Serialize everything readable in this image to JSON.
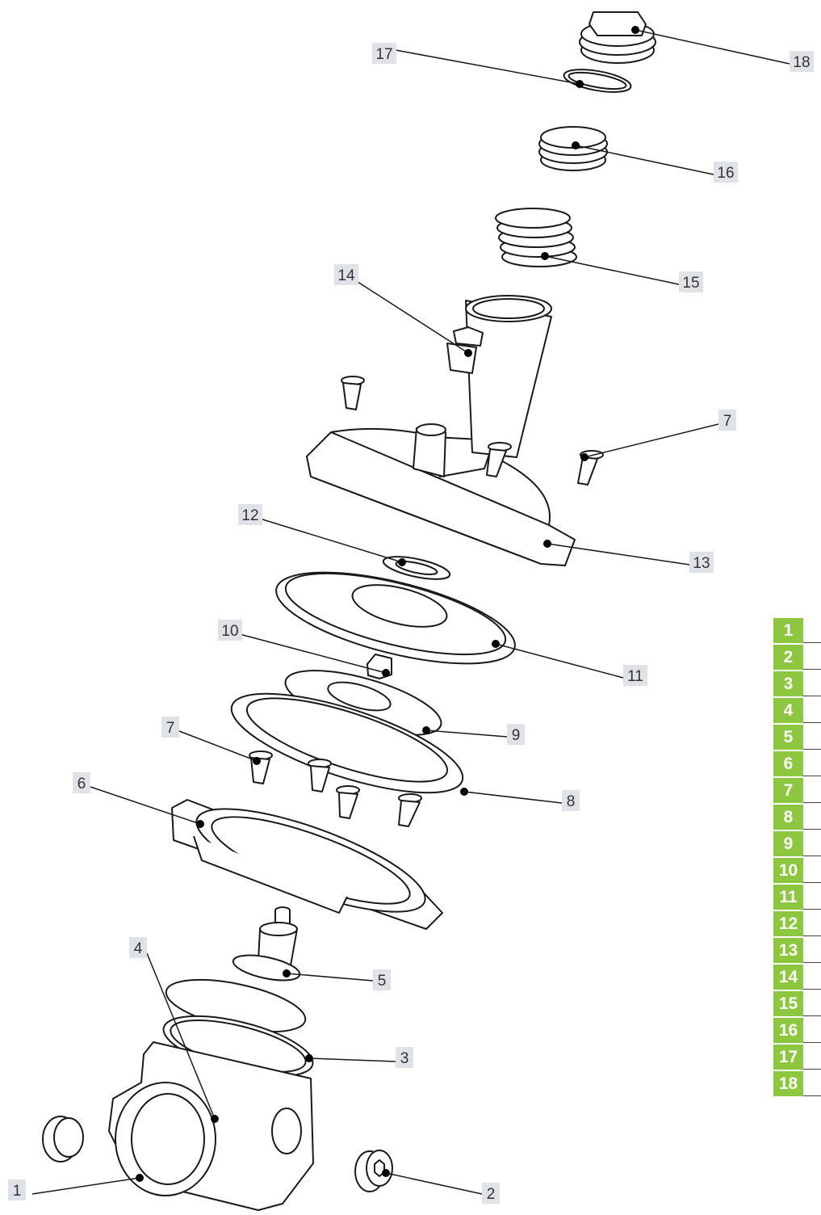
{
  "callouts": [
    {
      "num": "1"
    },
    {
      "num": "2"
    },
    {
      "num": "3"
    },
    {
      "num": "4"
    },
    {
      "num": "5"
    },
    {
      "num": "6"
    },
    {
      "num": "7"
    },
    {
      "num": "7"
    },
    {
      "num": "8"
    },
    {
      "num": "9"
    },
    {
      "num": "10"
    },
    {
      "num": "11"
    },
    {
      "num": "12"
    },
    {
      "num": "13"
    },
    {
      "num": "14"
    },
    {
      "num": "15"
    },
    {
      "num": "16"
    },
    {
      "num": "17"
    },
    {
      "num": "18"
    }
  ],
  "legend": {
    "items": [
      "1",
      "2",
      "3",
      "4",
      "5",
      "6",
      "7",
      "8",
      "9",
      "10",
      "11",
      "12",
      "13",
      "14",
      "15",
      "16",
      "17",
      "18"
    ]
  },
  "colors": {
    "legend_fill": "#8dc63f",
    "label_box": "#dfe3e8",
    "line": "#1a1a1a"
  }
}
